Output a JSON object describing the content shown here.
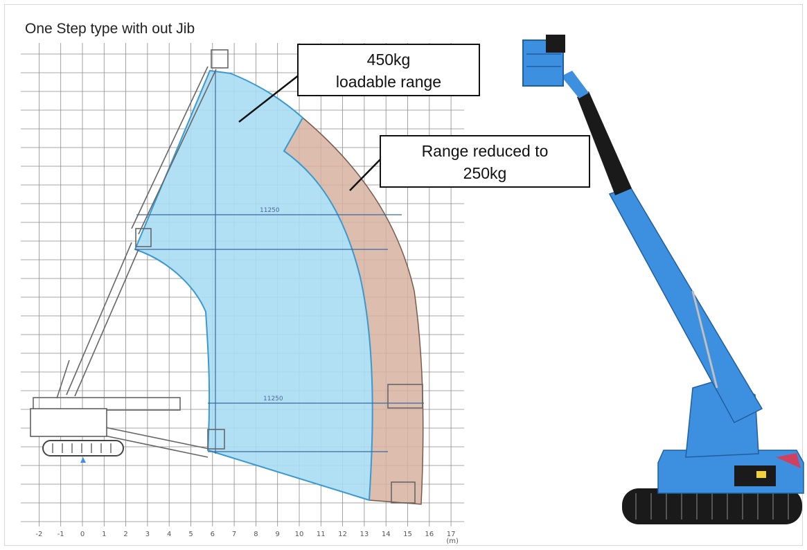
{
  "diagram": {
    "title": "One Step type  with out Jib",
    "callout_450": {
      "line1": "450kg",
      "line2": "loadable range"
    },
    "callout_250": {
      "line1": "Range reduced to",
      "line2": "250kg"
    },
    "x_ticks": [
      "-2",
      "-1",
      "0",
      "1",
      "2",
      "3",
      "4",
      "5",
      "6",
      "7",
      "8",
      "9",
      "10",
      "11",
      "12",
      "13",
      "14",
      "15",
      "16",
      "17"
    ],
    "x_unit": "(m)",
    "dimension_top": "11250",
    "dimension_bottom": "11250"
  },
  "colors": {
    "zone_450": "#a9dcf2",
    "zone_250": "#d6b2a0",
    "machine_blue": "#3d90e0",
    "grid": "#8a8a8a",
    "boom_outline": "#666666"
  }
}
